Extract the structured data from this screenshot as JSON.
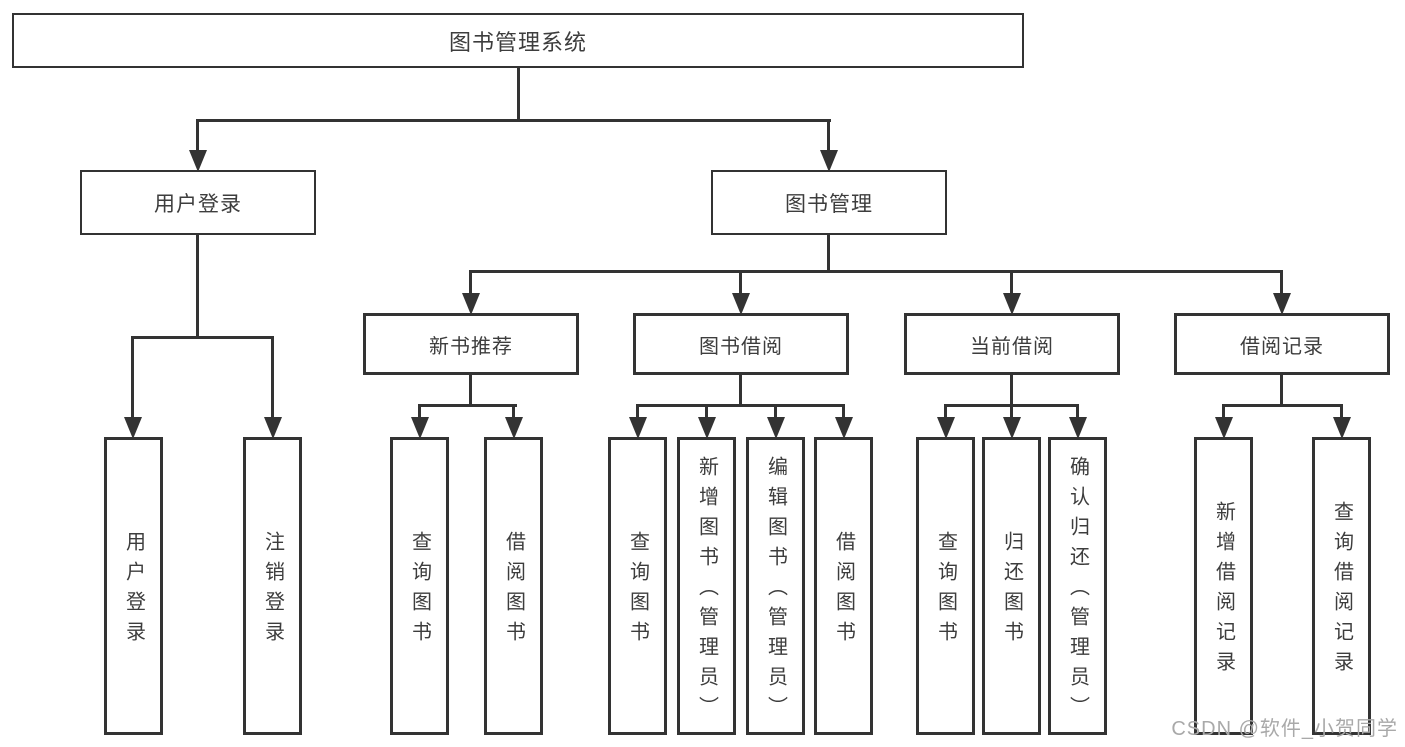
{
  "tree": {
    "label": "图书管理系统",
    "children": [
      {
        "label": "用户登录",
        "children": [
          {
            "label": "用户登录"
          },
          {
            "label": "注销登录"
          }
        ]
      },
      {
        "label": "图书管理",
        "children": [
          {
            "label": "新书推荐",
            "children": [
              {
                "label": "查询图书"
              },
              {
                "label": "借阅图书"
              }
            ]
          },
          {
            "label": "图书借阅",
            "children": [
              {
                "label": "查询图书"
              },
              {
                "label": "新增图书（管理员）"
              },
              {
                "label": "编辑图书（管理员）"
              },
              {
                "label": "借阅图书"
              }
            ]
          },
          {
            "label": "当前借阅",
            "children": [
              {
                "label": "查询图书"
              },
              {
                "label": "归还图书"
              },
              {
                "label": "确认归还（管理员）"
              }
            ]
          },
          {
            "label": "借阅记录",
            "children": [
              {
                "label": "新增借阅记录"
              },
              {
                "label": "查询借阅记录"
              }
            ]
          }
        ]
      }
    ]
  },
  "watermark": {
    "text": "CSDN @软件_小贺同学"
  },
  "colors": {
    "line": "#333333",
    "text": "#3d3d3d",
    "watermark": "#a9a9a9",
    "background": "#ffffff"
  }
}
